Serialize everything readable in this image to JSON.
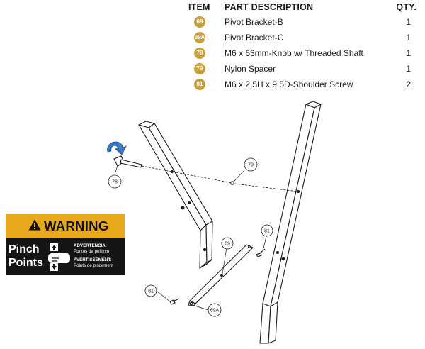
{
  "parts_table": {
    "headers": {
      "item": "ITEM",
      "description": "PART DESCRIPTION",
      "qty": "QTY."
    },
    "rows": [
      {
        "item": "69",
        "description": "Pivot Bracket-B",
        "qty": "1"
      },
      {
        "item": "69A",
        "description": "Pivot Bracket-C",
        "qty": "1"
      },
      {
        "item": "78",
        "description": "M6 x 63mm-Knob w/ Threaded Shaft",
        "qty": "1"
      },
      {
        "item": "79",
        "description": "Nylon Spacer",
        "qty": "1"
      },
      {
        "item": "81",
        "description": "M6 x 2.5H x 9.5D-Shoulder Screw",
        "qty": "2"
      }
    ]
  },
  "warning_label": {
    "title": "WARNING",
    "hazard_line1": "Pinch",
    "hazard_line2": "Points",
    "spanish_title": "ADVERTENCIA:",
    "spanish_text": "Puntos de pellizco",
    "french_title": "AVERTISSEMENT:",
    "french_text": "Points de pincement"
  },
  "callouts": {
    "knob": "78",
    "spacer": "79",
    "screw_right": "81",
    "screw_left": "81",
    "bracket_b": "69",
    "bracket_c": "69A"
  },
  "colors": {
    "badge": "#c8a03e",
    "warning_yellow": "#e8a81c",
    "arrow_blue": "#3a78c0",
    "line": "#1a1a1a"
  }
}
